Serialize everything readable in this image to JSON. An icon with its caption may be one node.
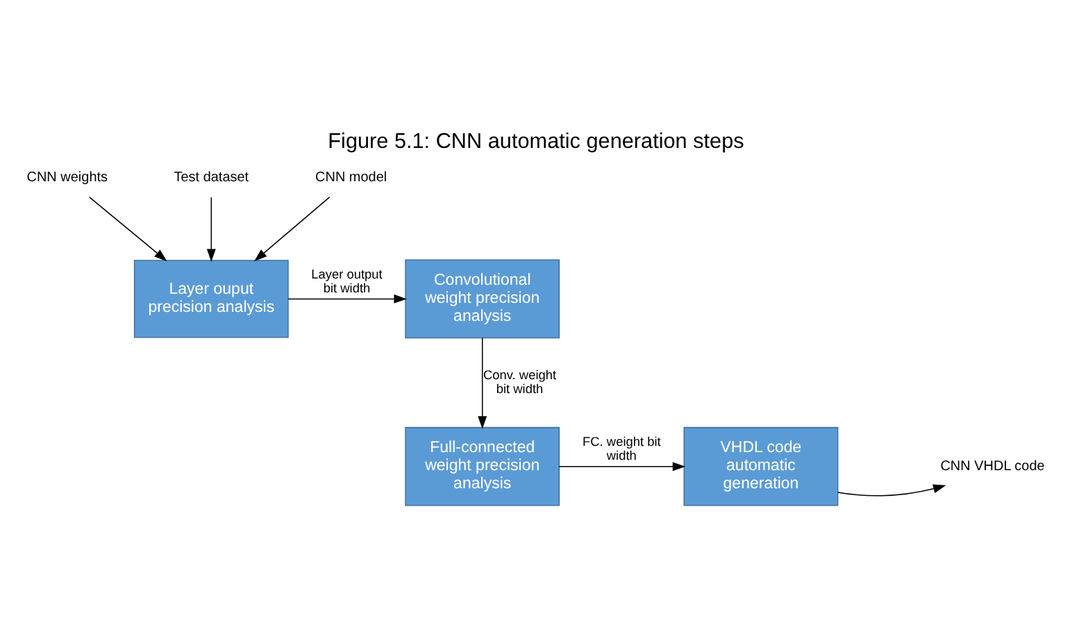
{
  "diagram": {
    "title": "Figure 5.1: CNN automatic generation steps",
    "nodes": [
      {
        "text": [
          "Layer ouput precision analysis"
        ]
      },
      {
        "text": [
          "Convolutional weight precision analysis"
        ]
      },
      {
        "text": [
          "Full-connected weight precision analysis"
        ]
      },
      {
        "text": [
          "VHDL code automatic generation"
        ]
      },
      {
        "text": [
          "CNN weights"
        ]
      },
      {
        "text": [
          "Test dataset"
        ]
      },
      {
        "text": [
          "CNN model"
        ]
      },
      {
        "text": [
          "CNN VHDL code"
        ]
      }
    ],
    "edges": [
      {
        "from": 4,
        "to": 0,
        "arrow": "to"
      },
      {
        "from": 5,
        "to": 0,
        "arrow": "to"
      },
      {
        "from": 6,
        "to": 0,
        "arrow": "to"
      },
      {
        "from": 0,
        "to": 1,
        "arrow": "to",
        "label": "Layer output bit width"
      },
      {
        "from": 1,
        "to": 2,
        "arrow": "to",
        "label": "Conv. weight bit width"
      },
      {
        "from": 2,
        "to": 3,
        "arrow": "to",
        "label": "FC. weight bit width"
      },
      {
        "from": 3,
        "to": 7,
        "arrow": "to"
      }
    ]
  }
}
